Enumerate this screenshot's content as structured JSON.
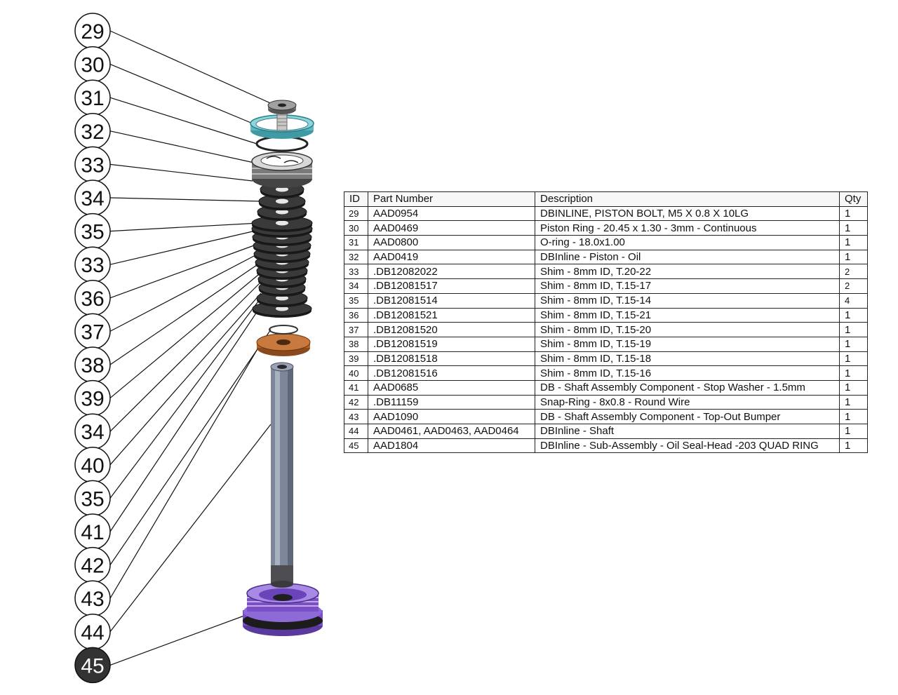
{
  "diagram": {
    "callouts": [
      "29",
      "30",
      "31",
      "32",
      "33",
      "34",
      "35",
      "33",
      "36",
      "37",
      "38",
      "39",
      "34",
      "40",
      "35",
      "41",
      "42",
      "43",
      "44",
      "45"
    ],
    "highlighted_callout": "45",
    "colors": {
      "piston_ring": "#5fb8c0",
      "stop_washer": "#c06a2e",
      "shaft": "#7d8799",
      "seal_head": "#7a4fc8",
      "shim": "#2b2b2b",
      "highlight_fill": "#333333"
    }
  },
  "table": {
    "headers": {
      "id": "ID",
      "part_number": "Part Number",
      "description": "Description",
      "qty": "Qty"
    },
    "rows": [
      {
        "id": "29",
        "part_number": "AAD0954",
        "description": "DBINLINE, PISTON BOLT, M5 X 0.8 X 10LG",
        "qty": "1"
      },
      {
        "id": "30",
        "part_number": "AAD0469",
        "description": "Piston Ring - 20.45 x 1.30 - 3mm - Continuous",
        "qty": "1"
      },
      {
        "id": "31",
        "part_number": "AAD0800",
        "description": "O-ring - 18.0x1.00",
        "qty": "1"
      },
      {
        "id": "32",
        "part_number": "AAD0419",
        "description": "DBInline - Piston - Oil",
        "qty": "1"
      },
      {
        "id": "33",
        "part_number": ".DB12082022",
        "description": "Shim - 8mm ID, T.20-22",
        "qty": "2"
      },
      {
        "id": "34",
        "part_number": ".DB12081517",
        "description": "Shim - 8mm ID, T.15-17",
        "qty": "2"
      },
      {
        "id": "35",
        "part_number": ".DB12081514",
        "description": "Shim - 8mm ID, T.15-14",
        "qty": "4"
      },
      {
        "id": "36",
        "part_number": ".DB12081521",
        "description": "Shim - 8mm ID, T.15-21",
        "qty": "1"
      },
      {
        "id": "37",
        "part_number": ".DB12081520",
        "description": "Shim - 8mm ID, T.15-20",
        "qty": "1"
      },
      {
        "id": "38",
        "part_number": ".DB12081519",
        "description": "Shim - 8mm ID, T.15-19",
        "qty": "1"
      },
      {
        "id": "39",
        "part_number": ".DB12081518",
        "description": "Shim - 8mm ID, T.15-18",
        "qty": "1"
      },
      {
        "id": "40",
        "part_number": ".DB12081516",
        "description": "Shim - 8mm ID, T.15-16",
        "qty": "1"
      },
      {
        "id": "41",
        "part_number": "AAD0685",
        "description": "DB - Shaft Assembly Component - Stop Washer - 1.5mm",
        "qty": "1"
      },
      {
        "id": "42",
        "part_number": ".DB11159",
        "description": "Snap-Ring - 8x0.8 - Round Wire",
        "qty": "1"
      },
      {
        "id": "43",
        "part_number": "AAD1090",
        "description": "DB - Shaft Assembly Component - Top-Out Bumper",
        "qty": "1"
      },
      {
        "id": "44",
        "part_number": "AAD0461, AAD0463, AAD0464",
        "description": "DBInline - Shaft",
        "qty": "1"
      },
      {
        "id": "45",
        "part_number": "AAD1804",
        "description": "DBInline - Sub-Assembly - Oil Seal-Head -203 QUAD RING",
        "qty": "1"
      }
    ]
  }
}
